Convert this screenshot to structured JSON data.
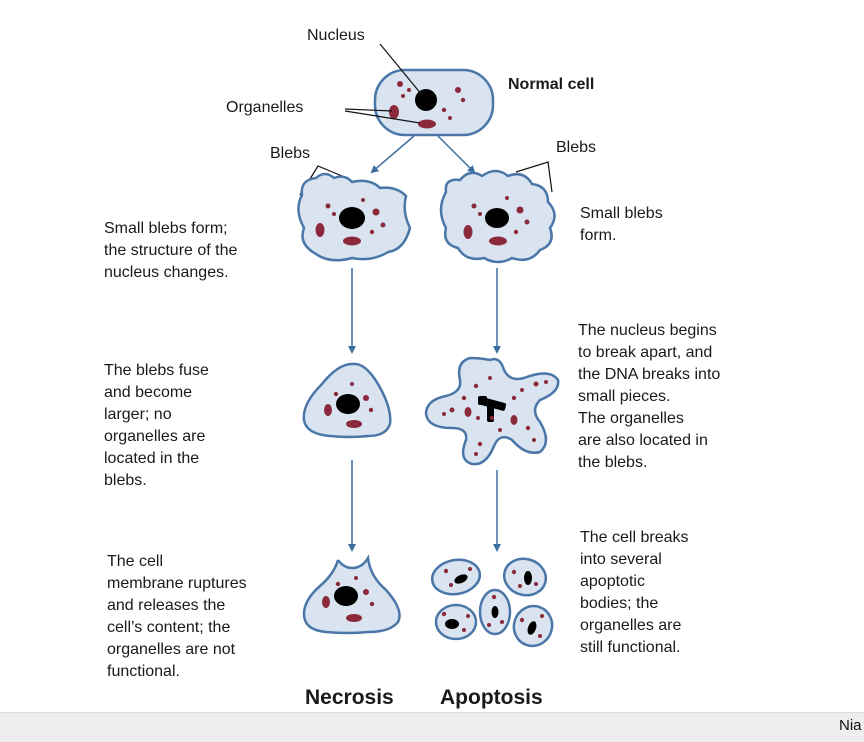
{
  "labels": {
    "nucleus": "Nucleus",
    "organelles": "Organelles",
    "normal_cell": "Normal cell",
    "blebs_left": "Blebs",
    "blebs_right": "Blebs"
  },
  "necrosis": {
    "title": "Necrosis",
    "step1": "Small blebs form;\nthe structure of the\nnucleus changes.",
    "step2": "The blebs fuse\nand become\nlarger; no\norganelles are\nlocated in the\nblebs.",
    "step3": "The cell\nmembrane ruptures\nand releases the\ncell’s content; the\norganelles are not\nfunctional."
  },
  "apoptosis": {
    "title": "Apoptosis",
    "step1": "Small blebs\nform.",
    "step2": "The nucleus begins\nto break apart, and\nthe DNA breaks into\nsmall pieces.\nThe organelles\nare also located in\nthe blebs.",
    "step3": "The cell breaks\ninto several\napoptotic\nbodies; the\norganelles are\nstill functional."
  },
  "footer": {
    "credit": "Nia"
  },
  "colors": {
    "cell_fill": "#d9e4f0",
    "cell_stroke": "#4a77a8",
    "nucleus": "#000000",
    "organelle": "#8b2a3a",
    "arrow": "#3c6ea0",
    "leader": "#111111"
  }
}
